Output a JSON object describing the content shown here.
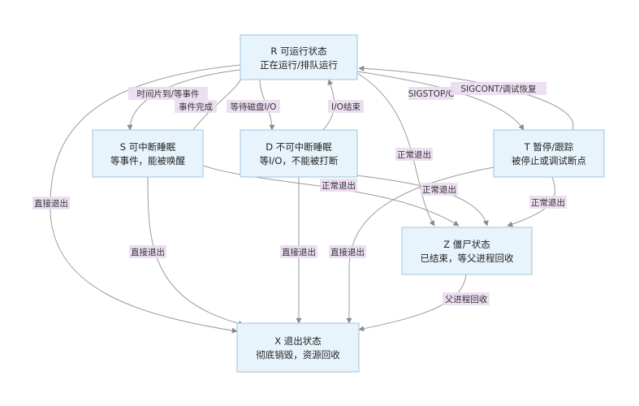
{
  "diagram": {
    "nodes": {
      "R": {
        "line1": "R 可运行状态",
        "line2": "正在运行/排队运行"
      },
      "S": {
        "line1": "S 可中断睡眠",
        "line2": "等事件，能被唤醒"
      },
      "D": {
        "line1": "D 不可中断睡眠",
        "line2": "等I/O，不能被打断"
      },
      "T": {
        "line1": "T 暂停/跟踪",
        "line2": "被停止或调试断点"
      },
      "Z": {
        "line1": "Z 僵尸状态",
        "line2": "已结束，等父进程回收"
      },
      "X": {
        "line1": "X 退出状态",
        "line2": "彻底销毁，资源回收"
      }
    },
    "edges": {
      "r_s": "时间片到/等事件",
      "s_r": "事件完成",
      "r_d": "等待磁盘I/O",
      "d_r": "I/O结束",
      "r_t": "SIGSTOP/C",
      "t_r": "SIGCONT/调试恢复",
      "r_z": "正常退出",
      "s_z": "正常退出",
      "d_z": "正常退出",
      "t_z": "正常退出",
      "r_x": "直接退出",
      "s_x": "直接退出",
      "d_x": "直接退出",
      "t_x": "直接退出",
      "z_x": "父进程回收"
    }
  },
  "colors": {
    "node_fill": "#e8f4fb",
    "node_border": "#9cc5e0",
    "edge": "#9a9a9a",
    "label_bg": "#eadcf0"
  }
}
